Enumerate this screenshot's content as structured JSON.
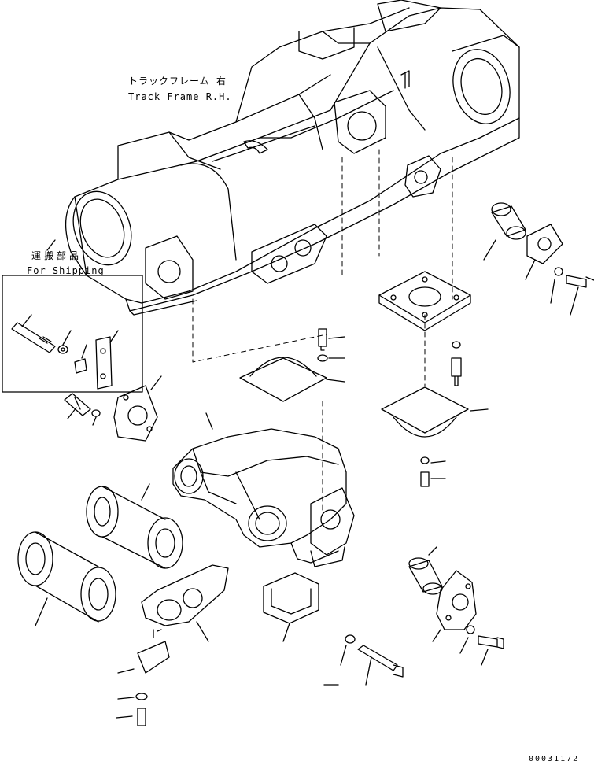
{
  "labels": {
    "track_frame_jp": "トラックフレーム 右",
    "track_frame_en": "Track Frame R.H.",
    "shipping_jp": "運搬部品",
    "shipping_en": "For Shipping",
    "drawing_code": "00031172"
  },
  "style": {
    "line_color": "#000000",
    "background": "#ffffff"
  }
}
